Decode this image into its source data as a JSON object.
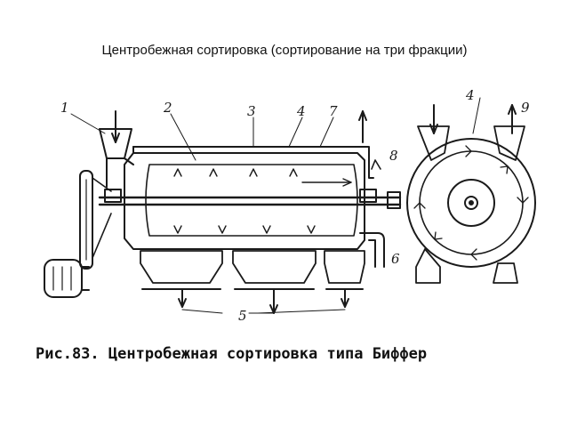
{
  "slide": {
    "title": "Центробежная сортировка (сортирование на три фракции)"
  },
  "figure": {
    "caption": "Рис.83. Центробежная сортировка типа Биффер",
    "callouts": [
      "1",
      "2",
      "3",
      "4",
      "7",
      "8",
      "6",
      "5",
      "4",
      "9"
    ]
  },
  "colors": {
    "ink": "#1a1a1a",
    "background": "#ffffff"
  }
}
